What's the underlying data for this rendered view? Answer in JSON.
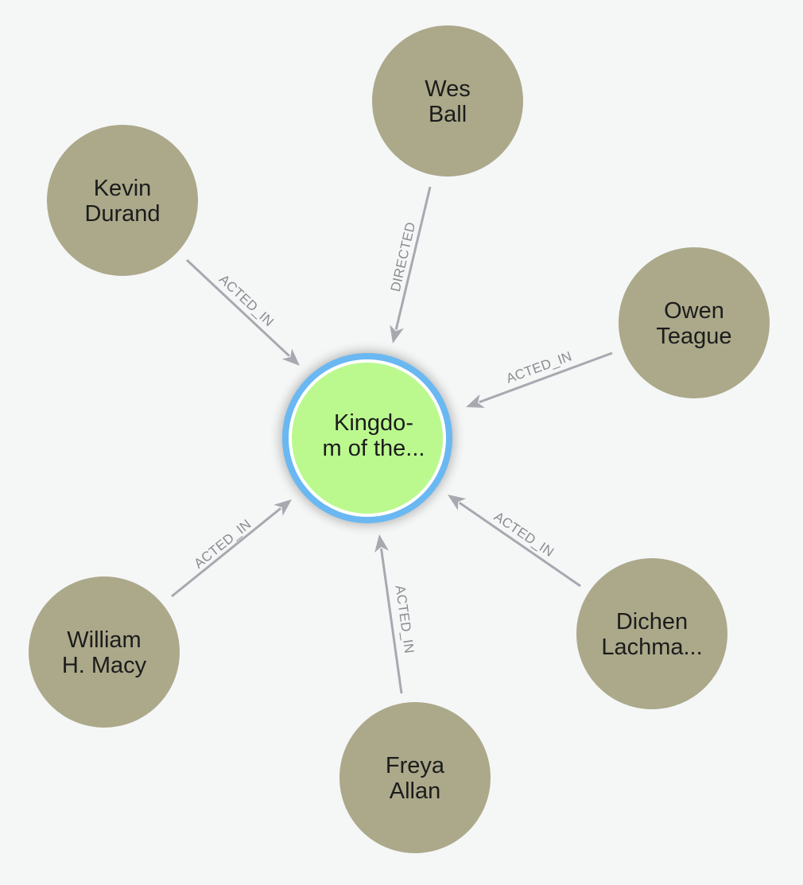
{
  "colors": {
    "background": "#f5f6f6",
    "person_node": "#aba98a",
    "movie_node": "#bbf98f",
    "selection_ring": "#6ab8f2",
    "edge": "#a8a9b0",
    "edge_text": "#8b8c91"
  },
  "center": {
    "lines": [
      "Kingdo-",
      "m of the..."
    ]
  },
  "people": [
    {
      "id": "wes",
      "lines": [
        "Wes",
        "Ball"
      ],
      "relation": "DIRECTED"
    },
    {
      "id": "kevin",
      "lines": [
        "Kevin",
        "Durand"
      ],
      "relation": "ACTED_IN"
    },
    {
      "id": "owen",
      "lines": [
        "Owen",
        "Teague"
      ],
      "relation": "ACTED_IN"
    },
    {
      "id": "william",
      "lines": [
        "William",
        "H. Macy"
      ],
      "relation": "ACTED_IN"
    },
    {
      "id": "freya",
      "lines": [
        "Freya",
        "Allan"
      ],
      "relation": "ACTED_IN"
    },
    {
      "id": "dichen",
      "lines": [
        "Dichen",
        "Lachma..."
      ],
      "relation": "ACTED_IN"
    }
  ]
}
